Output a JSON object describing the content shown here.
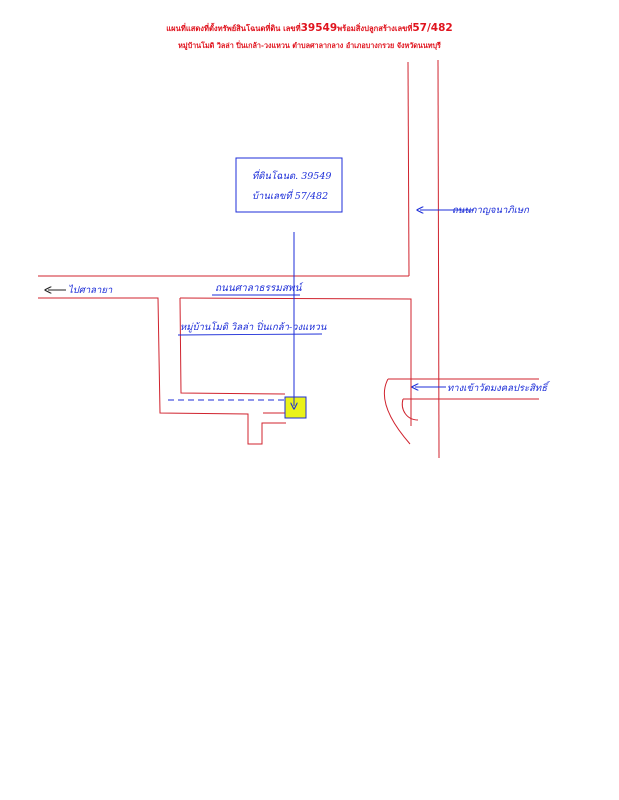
{
  "header": {
    "line1_a": "แผนที่แสดงที่ตั้งทรัพย์สินโฉนดที่ดิน เลขที่",
    "line1_deed": "39549",
    "line1_b": "พร้อมสิ่งปลูกสร้างเลขที่",
    "line1_house": "57/482",
    "line2": "หมู่บ้านโมดิ วิลล่า ปิ่นเกล้า-วงแหวน ตำบลศาลากลาง อำเภอบางกรวย จังหวัดนนทบุรี"
  },
  "labels": {
    "deed": "ที่ดินโฉนด. 39549",
    "house": "บ้านเลขที่ 57/482",
    "road_kanchana": "ถนนกาญจนาภิเษก",
    "road_salathammasop": "ถนนศาลาธรรมสพน์",
    "to_left": "ไปศาลายา",
    "village": "หมู่บ้านโมดิ วิลล่า ปิ่นเกล้า-วงแหวน",
    "soi_right": "ทางเข้าวัดมงคลประสิทธิ์"
  },
  "colors": {
    "header": "#e0141e",
    "road": "#d0232e",
    "ink": "#1d2ed8",
    "parcel_fill": "#eaf21a"
  }
}
